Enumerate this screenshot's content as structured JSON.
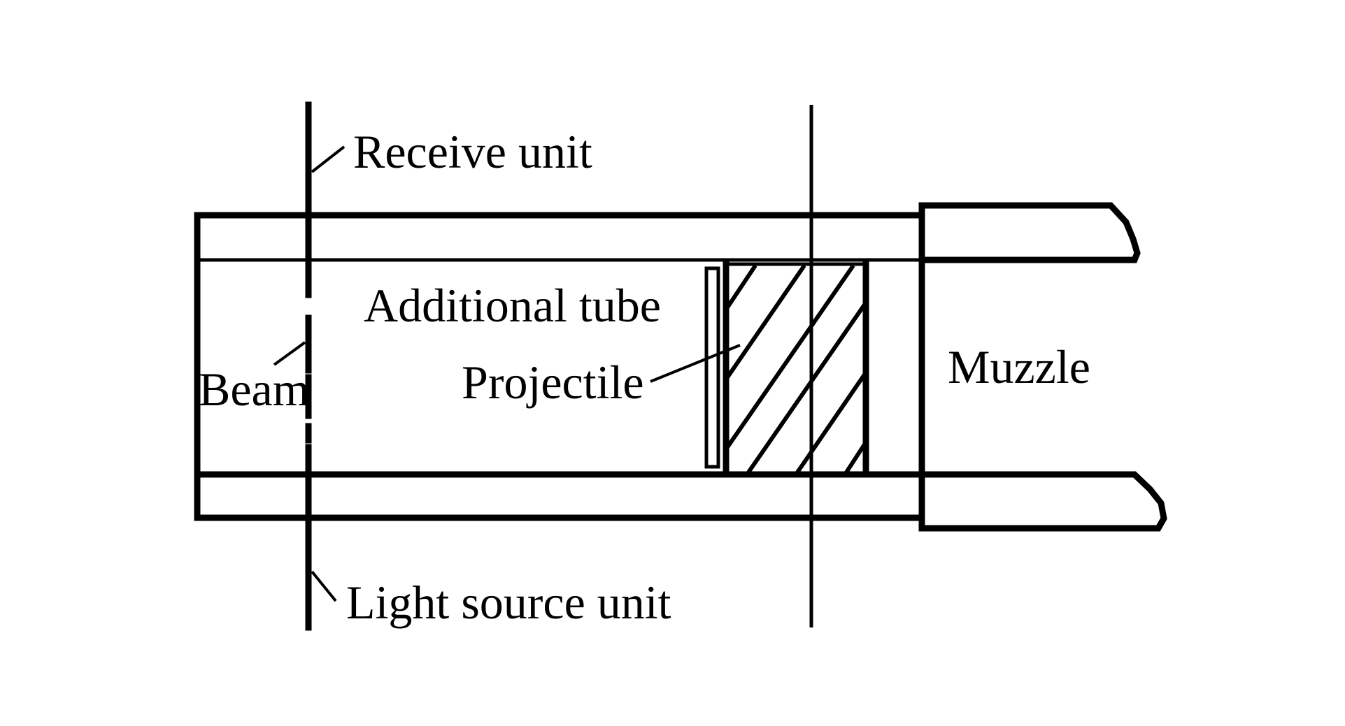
{
  "diagram": {
    "labels": {
      "receive_unit": "Receive unit",
      "additional_tube": "Additional tube",
      "beam": "Beam",
      "projectile": "Projectile",
      "muzzle": "Muzzle",
      "light_source_unit": "Light source unit"
    },
    "colors": {
      "stroke": "#000000",
      "background": "#ffffff"
    }
  }
}
